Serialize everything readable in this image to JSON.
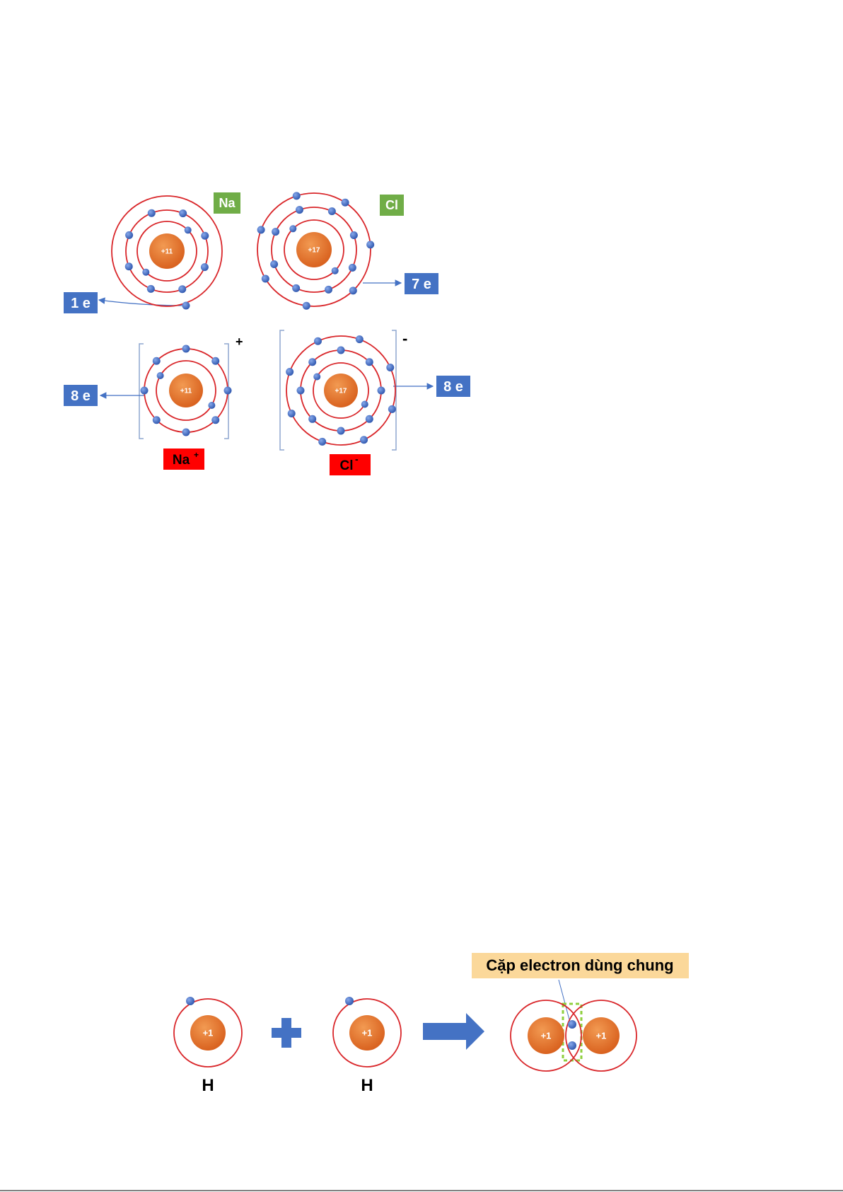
{
  "atoms": {
    "na": {
      "name": "Na",
      "charge": "+11"
    },
    "cl": {
      "name": "Cl",
      "charge": "+17"
    },
    "na_ion": {
      "name": "Na",
      "sup": "+",
      "charge": "+11",
      "bracket_sign": "+"
    },
    "cl_ion": {
      "name": "Cl",
      "sup": "-",
      "charge": "+17",
      "bracket_sign": "-"
    }
  },
  "electron_labels": {
    "na_lost": "1 e",
    "cl_valence": "7 e",
    "na_ion_outer": "8 e",
    "cl_ion_outer": "8 e"
  },
  "covalent": {
    "h1": {
      "charge": "+1",
      "label": "H"
    },
    "h2": {
      "charge": "+1",
      "label": "H"
    },
    "h2_left_charge": "+1",
    "h2_right_charge": "+1",
    "shared_pair_label": "Cặp electron dùng chung"
  },
  "colors": {
    "orbit": "#d9262a",
    "nucleus": "#e87a35",
    "electron": "#3f6fcf",
    "label_blue": "#4472c4",
    "label_green": "#70ad47",
    "label_red": "#ff0000",
    "callout": "#fbd89a",
    "arrow": "#4472c4"
  }
}
